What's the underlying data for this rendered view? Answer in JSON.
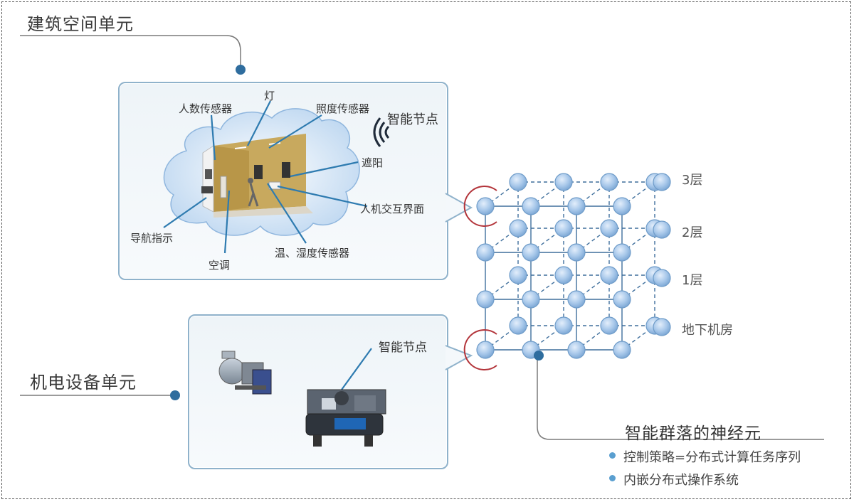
{
  "building_unit": {
    "title": "建筑空间单元",
    "callouts": {
      "people_sensor": "人数传感器",
      "light": "灯",
      "illuminance_sensor": "照度传感器",
      "smart_node": "智能节点",
      "shading": "遮阳",
      "hmi": "人机交互界面",
      "navigation": "导航指示",
      "air_conditioning": "空调",
      "temp_humidity_sensor": "温、湿度传感器"
    }
  },
  "equipment_unit": {
    "title": "机电设备单元",
    "smart_node": "智能节点"
  },
  "cube": {
    "layers": [
      "3层",
      "2层",
      "1层",
      "地下机房"
    ]
  },
  "neuron": {
    "title": "智能群落的神经元",
    "bullets": [
      "控制策略=分布式计算任务序列",
      "内嵌分布式操作系统"
    ]
  },
  "colors": {
    "node_fill": "#a8c8ea",
    "node_stroke": "#6f9cc9",
    "accent_dot": "#2f6d9e",
    "highlight_ring": "#b3343a",
    "panel_border": "#8fb2cb"
  }
}
